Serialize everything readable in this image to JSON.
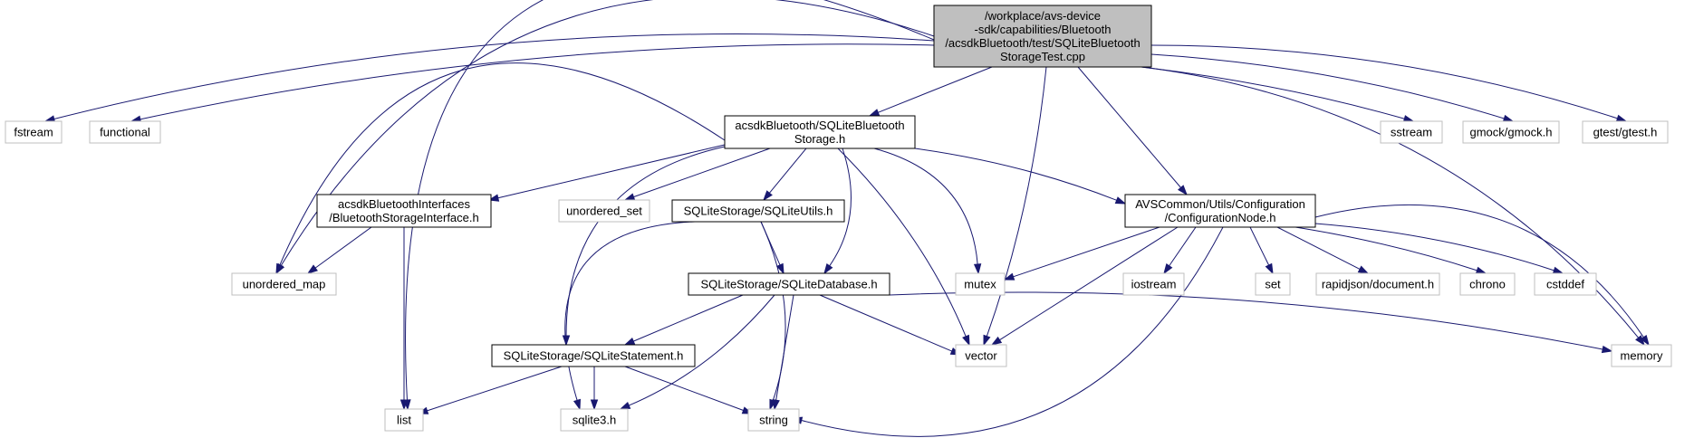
{
  "graph": {
    "colors": {
      "edge": "#191970",
      "root_fill": "#bfbfbf",
      "local_border": "#000000",
      "system_border": "#bfbfbf",
      "node_fill": "#ffffff",
      "text": "#000000"
    },
    "nodes": {
      "root": {
        "lines": [
          "/workplace/avs-device",
          "-sdk/capabilities/Bluetooth",
          "/acsdkBluetooth/test/SQLiteBluetooth",
          "StorageTest.cpp"
        ]
      },
      "fstream": {
        "lines": [
          "fstream"
        ]
      },
      "functional": {
        "lines": [
          "functional"
        ]
      },
      "sqlite_bt_storage": {
        "lines": [
          "acsdkBluetooth/SQLiteBluetooth",
          "Storage.h"
        ]
      },
      "sstream": {
        "lines": [
          "sstream"
        ]
      },
      "gmock": {
        "lines": [
          "gmock/gmock.h"
        ]
      },
      "gtest": {
        "lines": [
          "gtest/gtest.h"
        ]
      },
      "bt_storage_iface": {
        "lines": [
          "acsdkBluetoothInterfaces",
          "/BluetoothStorageInterface.h"
        ]
      },
      "unordered_set": {
        "lines": [
          "unordered_set"
        ]
      },
      "sqlite_utils": {
        "lines": [
          "SQLiteStorage/SQLiteUtils.h"
        ]
      },
      "config_node": {
        "lines": [
          "AVSCommon/Utils/Configuration",
          "/ConfigurationNode.h"
        ]
      },
      "unordered_map": {
        "lines": [
          "unordered_map"
        ]
      },
      "sqlite_database": {
        "lines": [
          "SQLiteStorage/SQLiteDatabase.h"
        ]
      },
      "mutex": {
        "lines": [
          "mutex"
        ]
      },
      "iostream": {
        "lines": [
          "iostream"
        ]
      },
      "set": {
        "lines": [
          "set"
        ]
      },
      "rapidjson": {
        "lines": [
          "rapidjson/document.h"
        ]
      },
      "chrono": {
        "lines": [
          "chrono"
        ]
      },
      "cstddef": {
        "lines": [
          "cstddef"
        ]
      },
      "sqlite_statement": {
        "lines": [
          "SQLiteStorage/SQLiteStatement.h"
        ]
      },
      "vector": {
        "lines": [
          "vector"
        ]
      },
      "memory": {
        "lines": [
          "memory"
        ]
      },
      "list": {
        "lines": [
          "list"
        ]
      },
      "sqlite3": {
        "lines": [
          "sqlite3.h"
        ]
      },
      "string": {
        "lines": [
          "string"
        ]
      }
    },
    "edges": [
      [
        "root",
        "fstream"
      ],
      [
        "root",
        "functional"
      ],
      [
        "root",
        "sqlite_bt_storage"
      ],
      [
        "root",
        "sstream"
      ],
      [
        "root",
        "gmock"
      ],
      [
        "root",
        "gtest"
      ],
      [
        "root",
        "unordered_map"
      ],
      [
        "root",
        "vector"
      ],
      [
        "root",
        "config_node"
      ],
      [
        "root",
        "memory"
      ],
      [
        "root",
        "list"
      ],
      [
        "sqlite_bt_storage",
        "bt_storage_iface"
      ],
      [
        "sqlite_bt_storage",
        "unordered_set"
      ],
      [
        "sqlite_bt_storage",
        "sqlite_utils"
      ],
      [
        "sqlite_bt_storage",
        "config_node"
      ],
      [
        "sqlite_bt_storage",
        "unordered_map"
      ],
      [
        "sqlite_bt_storage",
        "sqlite_database"
      ],
      [
        "sqlite_bt_storage",
        "sqlite_statement"
      ],
      [
        "sqlite_bt_storage",
        "mutex"
      ],
      [
        "sqlite_bt_storage",
        "vector"
      ],
      [
        "bt_storage_iface",
        "unordered_map"
      ],
      [
        "bt_storage_iface",
        "list"
      ],
      [
        "sqlite_utils",
        "sqlite_database"
      ],
      [
        "sqlite_utils",
        "sqlite3"
      ],
      [
        "sqlite_utils",
        "string"
      ],
      [
        "sqlite_database",
        "sqlite_statement"
      ],
      [
        "sqlite_database",
        "sqlite3"
      ],
      [
        "sqlite_database",
        "string"
      ],
      [
        "sqlite_database",
        "vector"
      ],
      [
        "sqlite_database",
        "memory"
      ],
      [
        "sqlite_statement",
        "list"
      ],
      [
        "sqlite_statement",
        "sqlite3"
      ],
      [
        "sqlite_statement",
        "string"
      ],
      [
        "config_node",
        "mutex"
      ],
      [
        "config_node",
        "iostream"
      ],
      [
        "config_node",
        "set"
      ],
      [
        "config_node",
        "rapidjson"
      ],
      [
        "config_node",
        "chrono"
      ],
      [
        "config_node",
        "cstddef"
      ],
      [
        "config_node",
        "memory"
      ],
      [
        "config_node",
        "vector"
      ],
      [
        "config_node",
        "string"
      ]
    ]
  }
}
